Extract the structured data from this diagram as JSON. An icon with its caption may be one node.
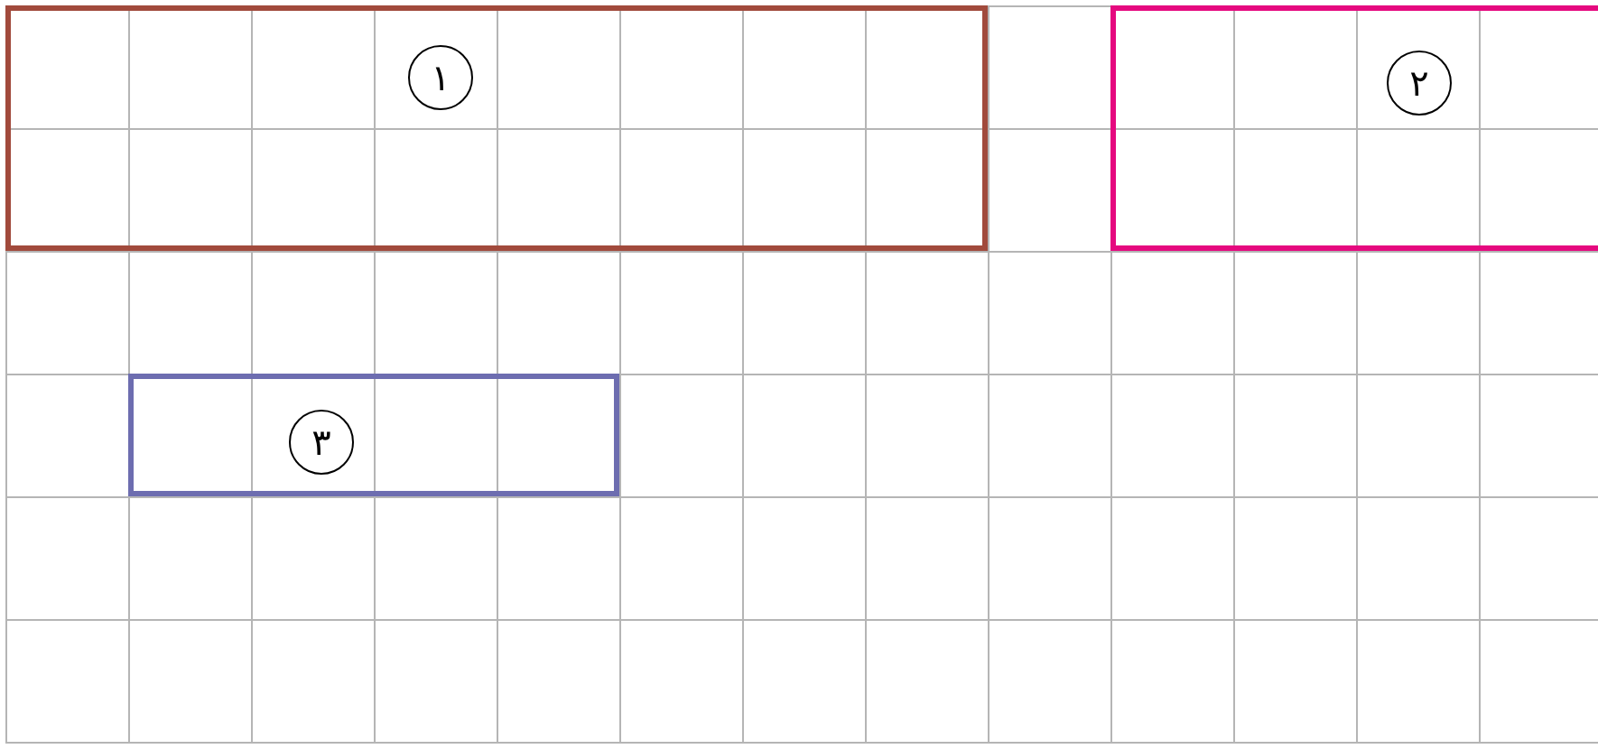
{
  "diagram": {
    "nodes": [
      {
        "text": [],
        "shape": "box"
      },
      {
        "text": [
          "١"
        ],
        "in": 0
      },
      {
        "text": [],
        "shape": "box"
      },
      {
        "text": [
          "٢"
        ],
        "in": 2
      },
      {
        "text": [],
        "shape": "box"
      },
      {
        "text": [
          "٣"
        ],
        "in": 4
      }
    ]
  }
}
